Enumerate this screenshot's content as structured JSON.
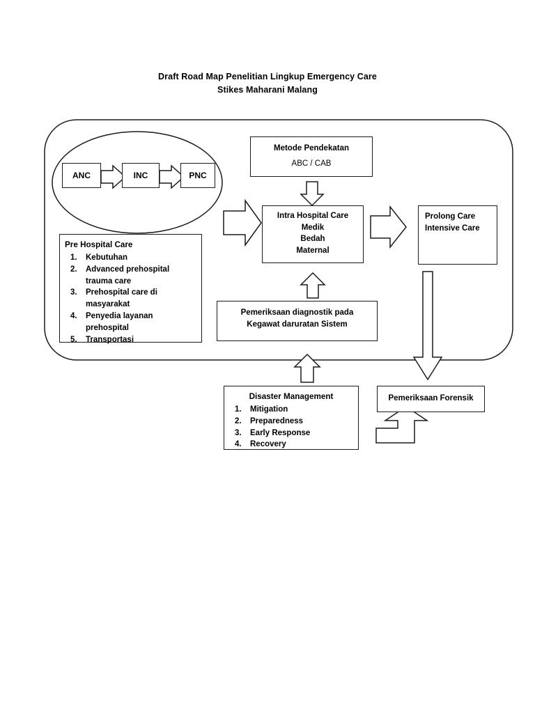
{
  "title": {
    "line1": "Draft Road Map Penelitian Lingkup Emergency Care",
    "line2": "Stikes Maharani Malang"
  },
  "colors": {
    "stroke": "#1a1a1a",
    "fill": "#ffffff",
    "text": "#000000"
  },
  "cycle": {
    "nodes": [
      {
        "label": "ANC"
      },
      {
        "label": "INC"
      },
      {
        "label": "PNC"
      }
    ]
  },
  "pre_hospital_care": {
    "heading": "Pre Hospital Care",
    "items": [
      {
        "num": "1.",
        "text": "Kebutuhan"
      },
      {
        "num": "2.",
        "text": "Advanced prehospital trauma care"
      },
      {
        "num": "3.",
        "text": "Prehospital care di masyarakat"
      },
      {
        "num": "4.",
        "text": "Penyedia layanan prehospital"
      },
      {
        "num": "5.",
        "text": "Transportasi"
      }
    ]
  },
  "metode_pendekatan": {
    "heading": "Metode Pendekatan",
    "subtitle": "ABC / CAB"
  },
  "intra_hospital_care": {
    "heading": "Intra Hospital Care",
    "lines": [
      "Medik",
      "Bedah",
      "Maternal"
    ]
  },
  "prolong_care": {
    "line1": "Prolong Care",
    "line2": "Intensive Care"
  },
  "pemeriksaan_diagnostik": {
    "line1": "Pemeriksaan diagnostik pada",
    "line2": "Kegawat daruratan Sistem"
  },
  "disaster_management": {
    "heading": "Disaster Management",
    "items": [
      {
        "num": "1.",
        "text": "Mitigation"
      },
      {
        "num": "2.",
        "text": "Preparedness"
      },
      {
        "num": "3.",
        "text": "Early Response"
      },
      {
        "num": "4.",
        "text": "Recovery"
      }
    ]
  },
  "pemeriksaan_forensik": {
    "label": "Pemeriksaan Forensik"
  },
  "connectors": [
    {
      "name": "anc-to-inc-arrow",
      "direction": "right"
    },
    {
      "name": "inc-to-pnc-arrow",
      "direction": "right"
    },
    {
      "name": "metode-to-intra-arrow",
      "direction": "down"
    },
    {
      "name": "prehospital-to-intra-arrow",
      "direction": "right"
    },
    {
      "name": "intra-to-prolong-arrow",
      "direction": "right"
    },
    {
      "name": "diagnostik-to-intra-arrow",
      "direction": "up"
    },
    {
      "name": "disaster-to-intra-arrow",
      "direction": "up"
    },
    {
      "name": "prolong-to-forensik-arrow",
      "direction": "down"
    },
    {
      "name": "elbow-to-forensik-arrow",
      "direction": "elbow-up"
    }
  ]
}
